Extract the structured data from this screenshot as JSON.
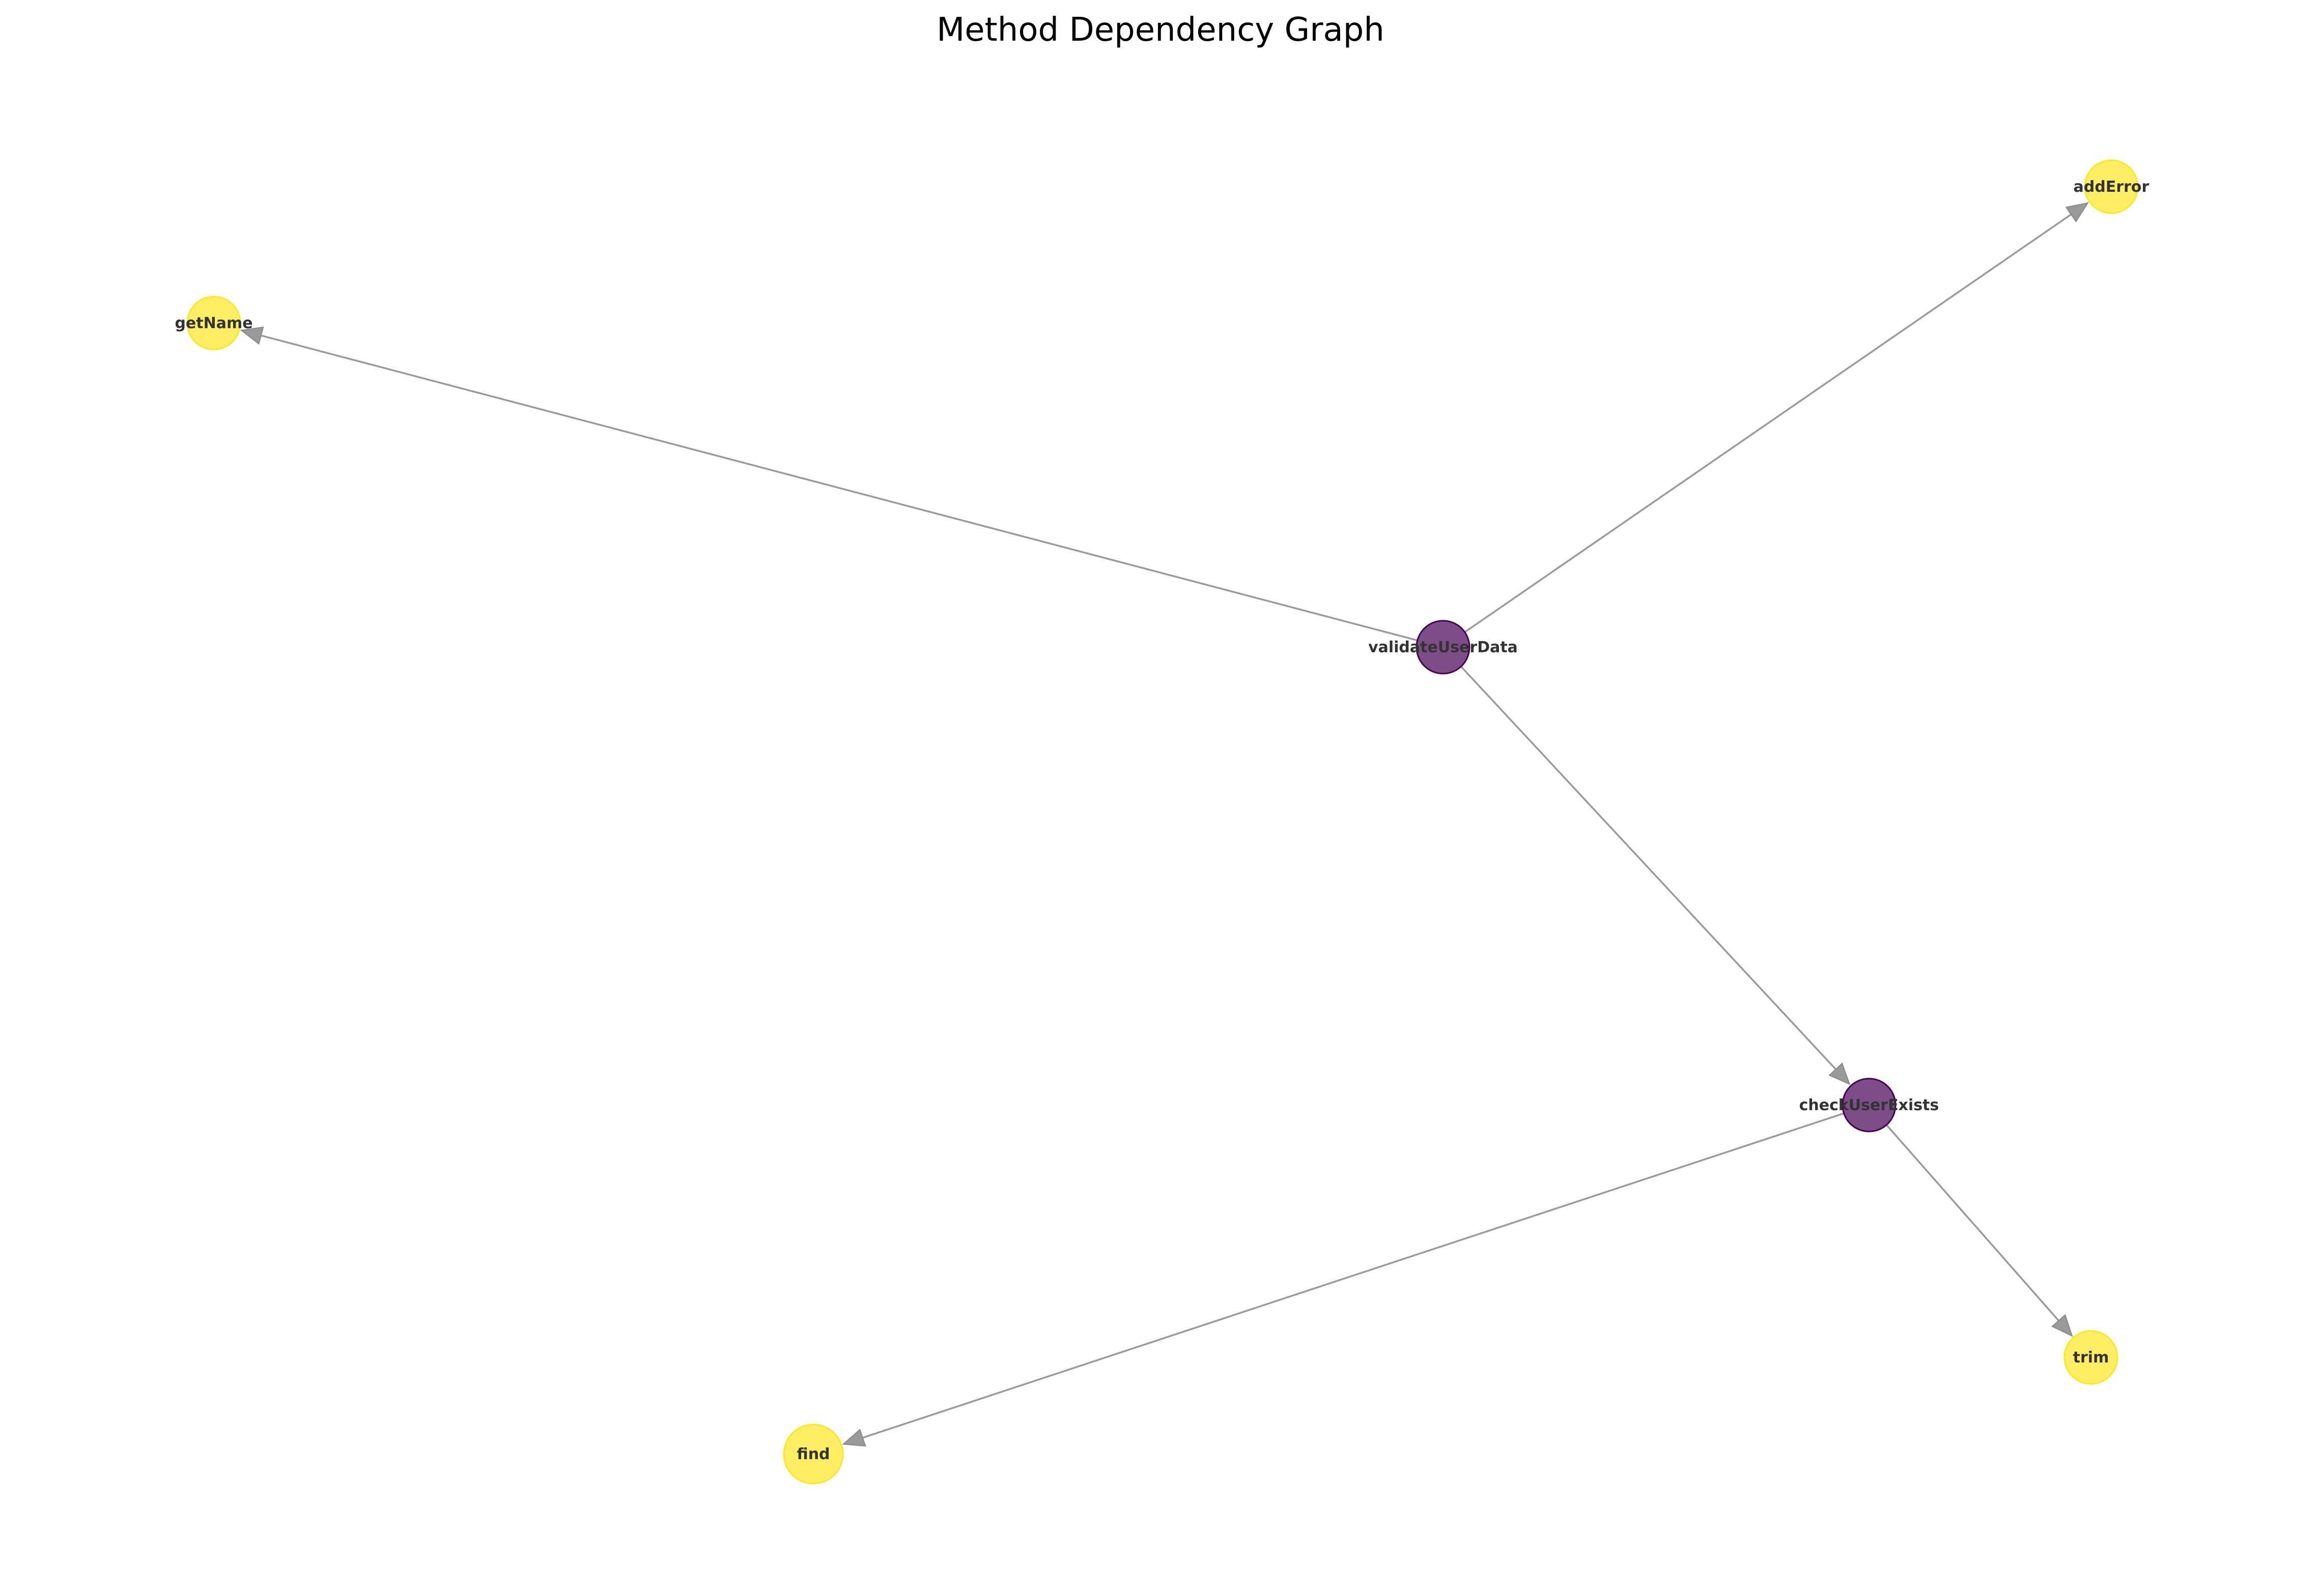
{
  "title": "Method Dependency Graph",
  "nodes": [
    {
      "id": "validateUserData",
      "label": "validateUserData",
      "group": "caller",
      "color": "#440154"
    },
    {
      "id": "checkUserExists",
      "label": "checkUserExists",
      "group": "caller",
      "color": "#440154"
    },
    {
      "id": "getName",
      "label": "getName",
      "group": "callee",
      "color": "#fde725"
    },
    {
      "id": "addError",
      "label": "addError",
      "group": "callee",
      "color": "#fde725"
    },
    {
      "id": "trim",
      "label": "trim",
      "group": "callee",
      "color": "#fde725"
    },
    {
      "id": "find",
      "label": "find",
      "group": "callee",
      "color": "#fde725"
    }
  ],
  "edges": [
    {
      "source": "validateUserData",
      "target": "getName"
    },
    {
      "source": "validateUserData",
      "target": "addError"
    },
    {
      "source": "validateUserData",
      "target": "checkUserExists"
    },
    {
      "source": "checkUserExists",
      "target": "trim"
    },
    {
      "source": "checkUserExists",
      "target": "find"
    }
  ],
  "colors": {
    "edge": "#9a9a9a",
    "caller_node": "#440154",
    "callee_node": "#fde725"
  }
}
